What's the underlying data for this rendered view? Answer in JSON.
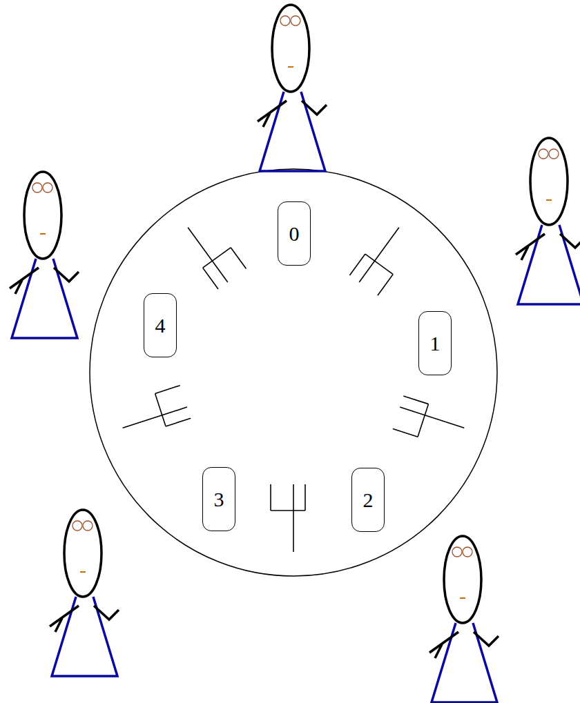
{
  "diagram": {
    "nodes": [
      {
        "text": [
          "0"
        ]
      },
      {
        "text": [
          "1"
        ]
      },
      {
        "text": [
          "2"
        ]
      },
      {
        "text": [
          "3"
        ]
      },
      {
        "text": [
          "4"
        ]
      }
    ]
  }
}
